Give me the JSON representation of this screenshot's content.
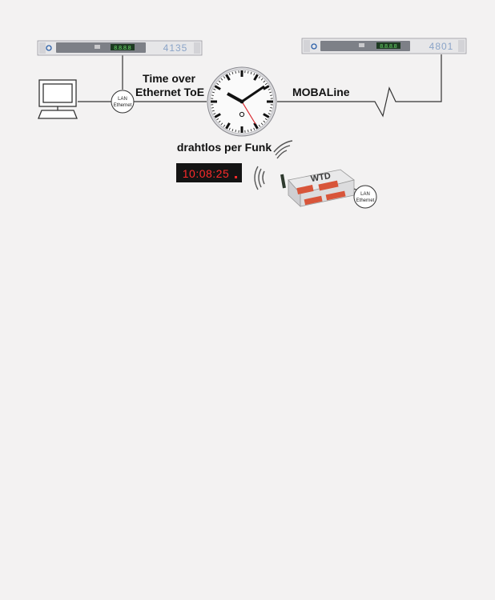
{
  "labels": {
    "time_over": "Time over",
    "ethernet_toe": "Ethernet ToE",
    "mobaline": "MOBALine",
    "wireless": "drahtlos per Funk"
  },
  "lan_badges": [
    {
      "line1": "LAN",
      "line2": "Ethernet"
    },
    {
      "line1": "LAN",
      "line2": "Ethernet"
    }
  ],
  "devices": {
    "server_left_display": "4135",
    "server_right_display": "4801",
    "server_left_led": "8.8.8.8",
    "server_right_led": "8.8.8.8",
    "digital_clock_time": "10:08:25",
    "wtd_label": "WTD"
  },
  "colors": {
    "background": "#f3f2f2",
    "line": "#333333",
    "clock_second_hand": "#d8262c",
    "led_red": "#ff2b2b",
    "led_green": "#6fe36f"
  },
  "icons": [
    "computer-icon",
    "analog-clock-icon",
    "wireless-signal-icon",
    "gateway-device-icon"
  ]
}
